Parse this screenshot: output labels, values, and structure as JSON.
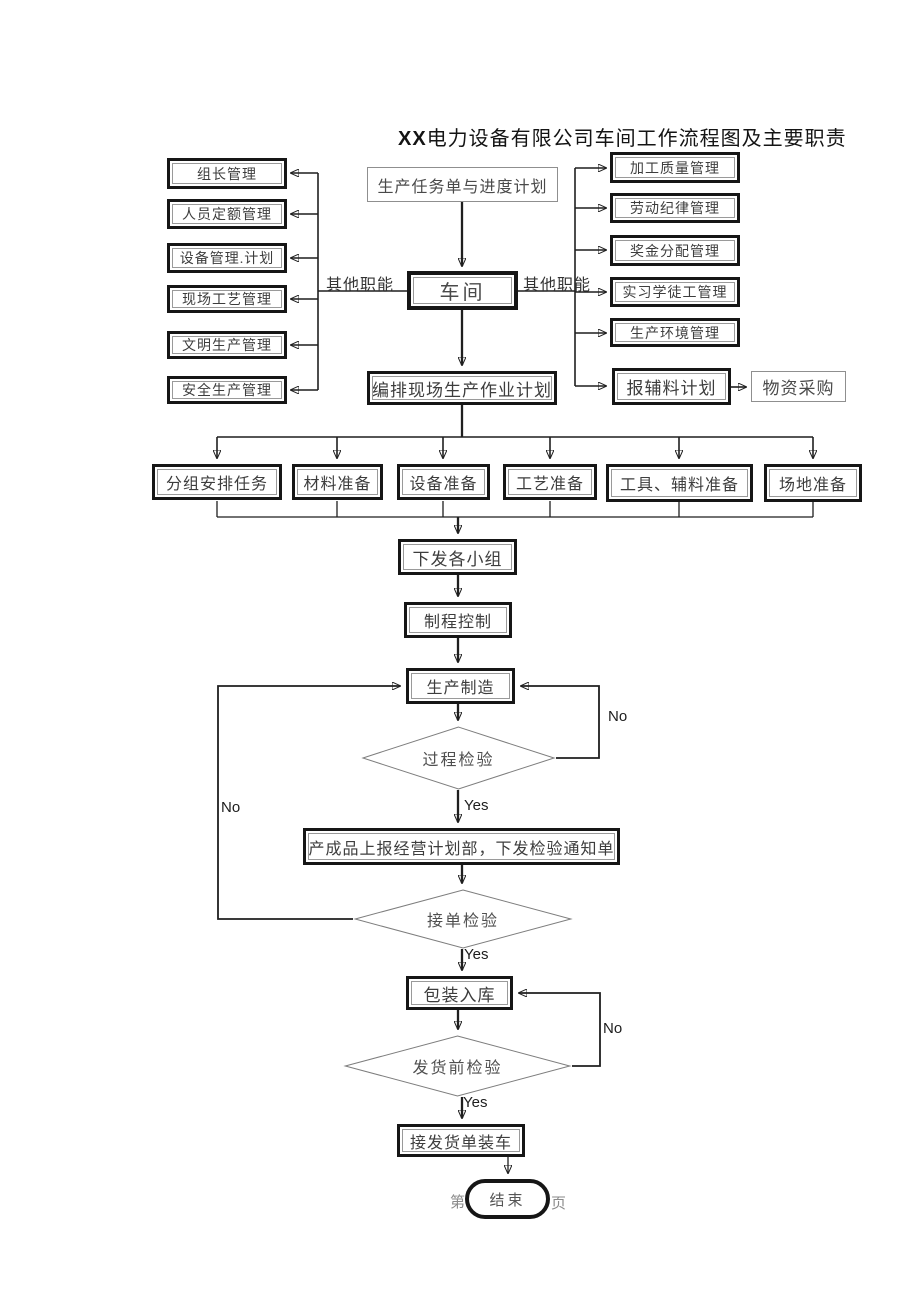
{
  "title": {
    "prefix": "XX",
    "main": "电力设备有限公司车间工作流程图及主要职责"
  },
  "top": {
    "task_plan": "生产任务单与进度计划",
    "workshop": "车间",
    "schedule": "编排现场生产作业计划"
  },
  "left_duties": [
    "组长管理",
    "人员定额管理",
    "设备管理.计划",
    "现场工艺管理",
    "文明生产管理",
    "安全生产管理"
  ],
  "right_duties": [
    "加工质量管理",
    "劳动纪律管理",
    "奖金分配管理",
    "实习学徒工管理",
    "生产环境管理",
    "报辅料计划"
  ],
  "procurement": "物资采购",
  "prep_row": [
    "分组安排任务",
    "材料准备",
    "设备准备",
    "工艺准备",
    "工具、辅料准备",
    "场地准备"
  ],
  "flow": {
    "dispatch": "下发各小组",
    "process_control": "制程控制",
    "manufacture": "生产制造",
    "process_inspection": "过程检验",
    "report": "产成品上报经营计划部，下发检验通知单",
    "order_inspection": "接单检验",
    "packing": "包装入库",
    "preship_inspection": "发货前检验",
    "loading": "接发货单装车",
    "end": "结束"
  },
  "edge_labels": {
    "other_functions": "其他职能",
    "yes": "Yes",
    "no": "No"
  },
  "footer": {
    "prefix": "第",
    "suffix": "页"
  },
  "colors": {
    "line": "#1f1f1f",
    "heavy_border": "#161616",
    "thin_border": "#8f8f8f",
    "text": "#3d3d3d"
  }
}
